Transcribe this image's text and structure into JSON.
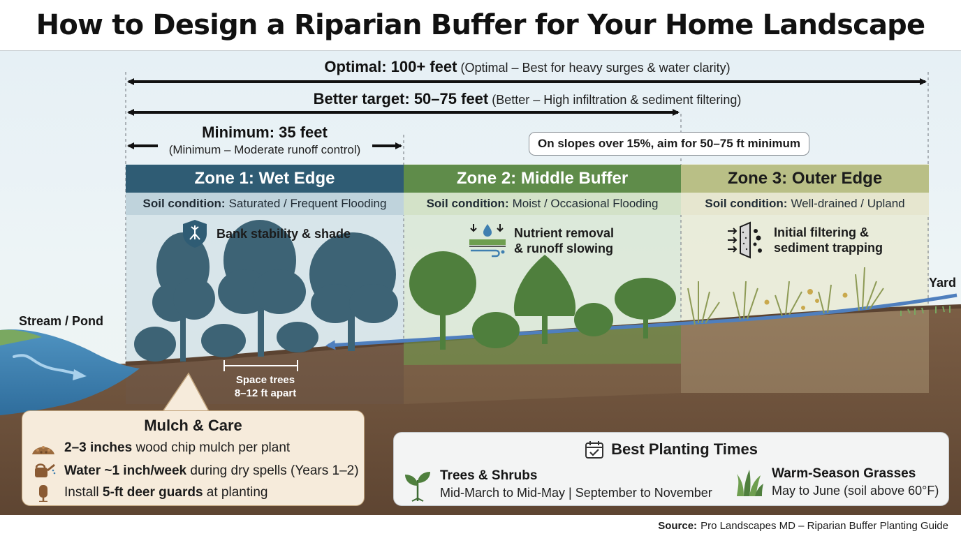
{
  "title": "How to Design a Riparian Buffer for Your Home Landscape",
  "widths": {
    "optimal_head": "Optimal: 100+ feet",
    "optimal_note": "(Optimal – Best for heavy surges & water clarity)",
    "better_head": "Better target: 50–75 feet",
    "better_note": "(Better – High infiltration & sediment filtering)",
    "minimum_head": "Minimum: 35 feet",
    "minimum_note": "(Minimum – Moderate runoff control)"
  },
  "slope_note": "On slopes over 15%, aim for 50–75 ft minimum",
  "soil_label": "Soil condition:",
  "zones": [
    {
      "title": "Zone 1: Wet Edge",
      "soil": "Saturated / Frequent Flooding",
      "benefit_line1": "Bank stability & shade",
      "benefit_line2": "",
      "head_color": "#2f5c74",
      "soil_color": "#bfd3dc"
    },
    {
      "title": "Zone 2: Middle Buffer",
      "soil": "Moist / Occasional Flooding",
      "benefit_line1": "Nutrient removal",
      "benefit_line2": "& runoff slowing",
      "head_color": "#5f8c4a",
      "soil_color": "#d3e2c8"
    },
    {
      "title": "Zone 3: Outer Edge",
      "soil": "Well-drained / Upland",
      "benefit_line1": "Initial filtering &",
      "benefit_line2": "sediment trapping",
      "head_color": "#b9bf86",
      "soil_color": "#e6e6cf"
    }
  ],
  "labels": {
    "stream": "Stream / Pond",
    "yard": "Yard",
    "spacing_line1": "Space trees",
    "spacing_line2": "8–12 ft apart"
  },
  "mulch": {
    "title": "Mulch & Care",
    "rows": [
      {
        "bold": "2–3 inches",
        "text": "wood chip mulch per plant",
        "icon": "mulch-icon"
      },
      {
        "bold": "Water ~1 inch/week",
        "text": "during dry spells (Years 1–2)",
        "icon": "watering-can-icon"
      },
      {
        "pre": "Install",
        "bold": "5-ft deer guards",
        "text": "at planting",
        "icon": "tree-guard-icon"
      }
    ]
  },
  "planting": {
    "title": "Best Planting Times",
    "trees_name": "Trees & Shrubs",
    "trees_time": "Mid-March to Mid-May | September to November",
    "grass_name": "Warm-Season Grasses",
    "grass_time": "May to June (soil above 60°F)"
  },
  "source": {
    "label": "Source:",
    "text": "Pro Landscapes MD – Riparian Buffer Planting Guide"
  },
  "colors": {
    "zone1": "#2f5c74",
    "zone2": "#5f8c4a",
    "zone3": "#b9bf86",
    "soil": "#7b5e45",
    "water": "#5d9cc7"
  }
}
